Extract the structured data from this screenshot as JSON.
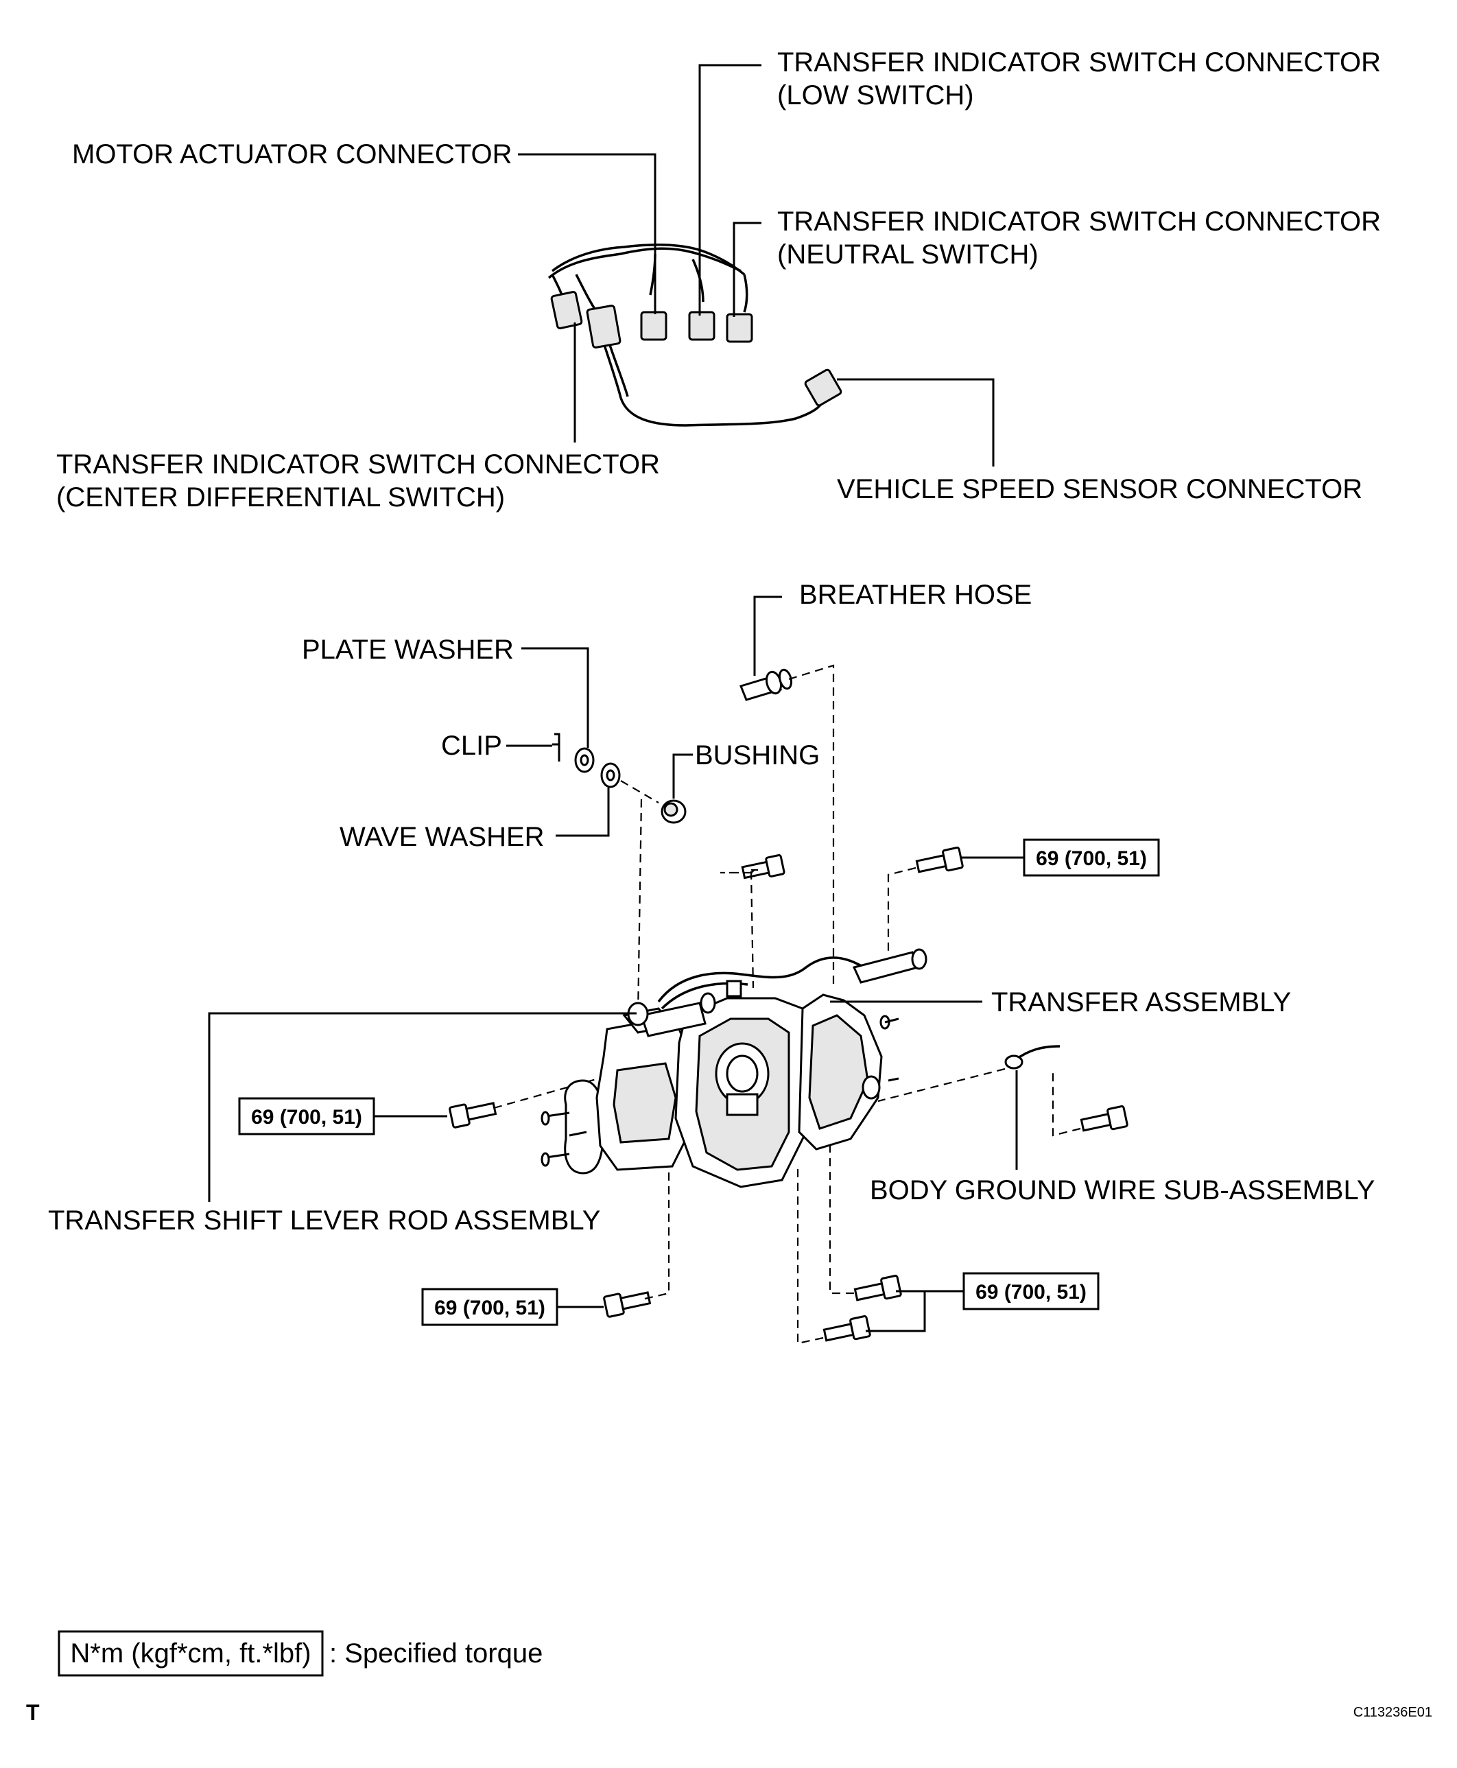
{
  "labels": {
    "low_switch_1": "TRANSFER INDICATOR SWITCH CONNECTOR",
    "low_switch_2": "(LOW SWITCH)",
    "motor_actuator": "MOTOR ACTUATOR CONNECTOR",
    "neutral_switch_1": "TRANSFER INDICATOR SWITCH CONNECTOR",
    "neutral_switch_2": "(NEUTRAL SWITCH)",
    "center_diff_1": "TRANSFER INDICATOR SWITCH CONNECTOR",
    "center_diff_2": "(CENTER DIFFERENTIAL SWITCH)",
    "vehicle_speed": "VEHICLE SPEED SENSOR CONNECTOR",
    "breather_hose": "BREATHER HOSE",
    "plate_washer": "PLATE WASHER",
    "clip": "CLIP",
    "bushing": "BUSHING",
    "wave_washer": "WAVE WASHER",
    "transfer_assembly": "TRANSFER ASSEMBLY",
    "shift_lever_rod": "TRANSFER SHIFT LEVER ROD ASSEMBLY",
    "body_ground": "BODY GROUND WIRE SUB-ASSEMBLY"
  },
  "torque": {
    "top_right": "69 (700, 51)",
    "left": "69 (700, 51)",
    "bottom_left": "69 (700, 51)",
    "bottom_right": "69 (700, 51)"
  },
  "legend": {
    "units": "N*m (kgf*cm, ft.*lbf)",
    "text": ": Specified torque"
  },
  "footer": {
    "letter": "T",
    "code": "C113236E01"
  }
}
